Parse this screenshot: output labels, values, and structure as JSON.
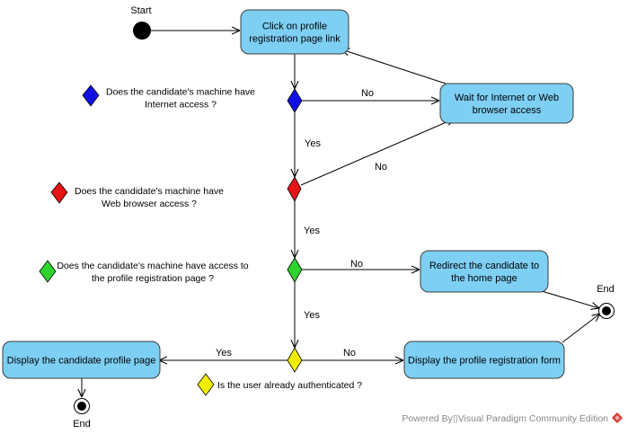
{
  "colors": {
    "action_fill": "#7ecff4",
    "action_stroke": "#3c3c3c",
    "node_blue": "#1010e6",
    "node_red": "#e61414",
    "node_green": "#2ed42e",
    "node_yellow": "#f2ee00"
  },
  "nodes": {
    "start_label": "Start",
    "click_profile_link": "Click on profile registration page link",
    "wait_for_access": "Wait for Internet or Web browser access",
    "redirect_home": "Redirect the candidate to the home page",
    "display_profile_page": "Display the candidate profile page",
    "display_registration_form": "Display the profile registration form",
    "end_right_label": "End",
    "end_bottom_label": "End"
  },
  "decisions": {
    "internet_access": "Does the candidate's machine have Internet access ?",
    "browser_access": "Does the candidate's machine have Web browser access ?",
    "page_access": "Does the candidate's machine have access to the profile registration page ?",
    "authenticated": "Is the user already authenticated ?"
  },
  "edges": {
    "no_internet": "No",
    "yes_internet": "Yes",
    "no_browser": "No",
    "yes_browser": "Yes",
    "no_page": "No",
    "yes_page": "Yes",
    "yes_auth": "Yes",
    "no_auth": "No"
  },
  "footer": {
    "text": "Powered By▯Visual Paradigm Community Edition",
    "logo_icon": "visual-paradigm-logo-icon"
  }
}
